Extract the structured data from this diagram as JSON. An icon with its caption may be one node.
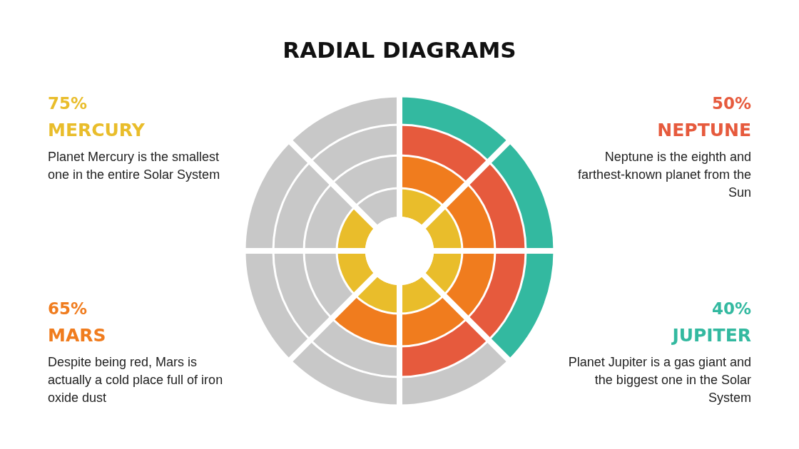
{
  "diagram": {
    "title": "RADIAL DIAGRAMS",
    "labels": [
      "75%",
      "MERCURY",
      "Planet Mercury is the smallest one in the entire Solar System",
      "50%",
      "NEPTUNE",
      "Neptune is the eighth and farthest-known planet from the Sun",
      "65%",
      "MARS",
      "Despite being red, Mars is actually a cold place full of iron oxide dust",
      "40%",
      "JUPITER",
      "Planet Jupiter is a gas giant and the biggest one in the Solar System"
    ]
  }
}
